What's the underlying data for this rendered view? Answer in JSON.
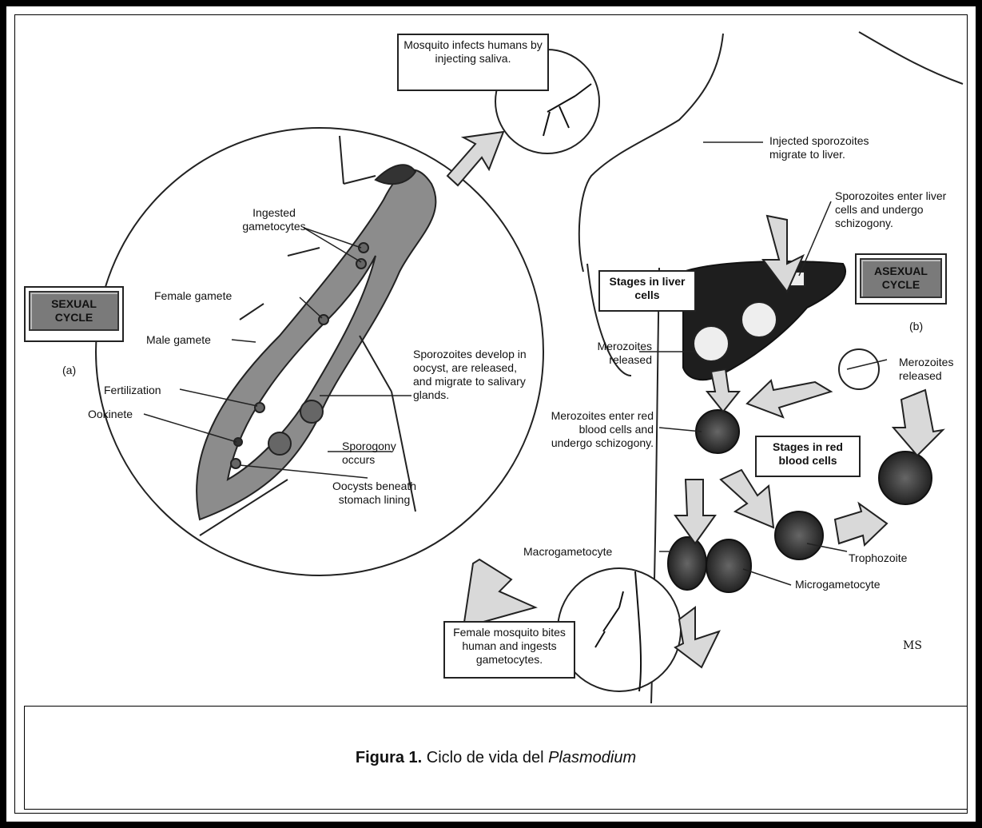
{
  "labels": {
    "mosquito_infects": "Mosquito infects humans by injecting saliva.",
    "injected_sporozoites": "Injected sporozoites migrate to liver.",
    "sporozoites_enter": "Sporozoites enter liver cells and undergo schizogony.",
    "stages_liver": "Stages in liver cells",
    "asexual_cycle": "ASEXUAL CYCLE",
    "sexual_cycle": "SEXUAL CYCLE",
    "panel_a": "(a)",
    "panel_b": "(b)",
    "ingested_gametocytes": "Ingested gametocytes",
    "female_gamete": "Female gamete",
    "male_gamete": "Male gamete",
    "fertilization": "Fertilization",
    "ookinete": "Ookinete",
    "sporozoites_develop": "Sporozoites develop in oocyst, are released, and migrate to salivary glands.",
    "sporogony": "Sporogony occurs",
    "oocysts": "Oocysts beneath stomach lining",
    "merozoites_released_liver": "Merozoites released",
    "merozoites_released_rbc": "Merozoites released",
    "merozoites_enter": "Merozoites enter red blood cells and undergo schizogony.",
    "stages_rbc": "Stages in red blood cells",
    "trophozoite": "Trophozoite",
    "macrogametocyte": "Macrogametocyte",
    "microgametocyte": "Microgametocyte",
    "female_mosquito": "Female mosquito bites human and ingests gametocytes.",
    "signature": "MS"
  },
  "caption": {
    "figure": "Figura 1.",
    "text": " Ciclo de vida del ",
    "organism": "Plasmodium"
  },
  "colors": {
    "ink": "#111111",
    "tissue": "#8c8c8c",
    "liver": "#1e1e1e",
    "arrow_fill": "#d9d9d9"
  }
}
